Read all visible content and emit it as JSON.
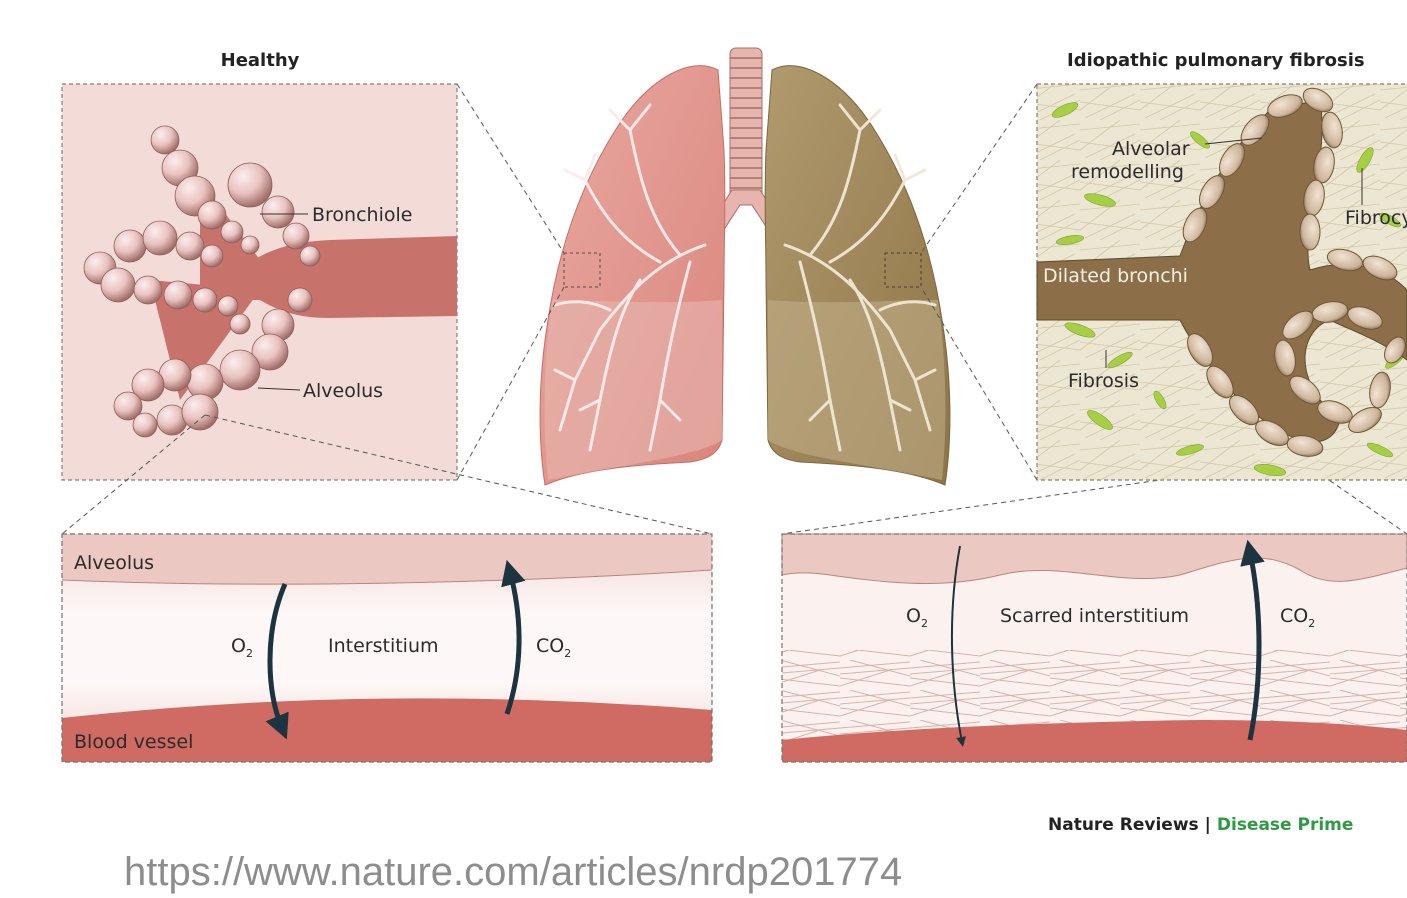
{
  "titles": {
    "healthy": "Healthy",
    "ipf": "Idiopathic pulmonary fibrosis"
  },
  "healthy_panel": {
    "bronchiole": "Bronchiole",
    "alveolus": "Alveolus"
  },
  "ipf_panel": {
    "alveolar_remodelling_1": "Alveolar",
    "alveolar_remodelling_2": "remodelling",
    "fibrocyte": "Fibrocyt",
    "dilated_bronchi": "Dilated bronchi",
    "fibrosis": "Fibrosis"
  },
  "healthy_cross_section": {
    "alveolus": "Alveolus",
    "o2": "O",
    "o2_sub": "2",
    "interstitium": "Interstitium",
    "co2": "CO",
    "co2_sub": "2",
    "blood_vessel": "Blood vessel"
  },
  "ipf_cross_section": {
    "o2": "O",
    "o2_sub": "2",
    "scarred_interstitium": "Scarred interstitium",
    "co2": "CO",
    "co2_sub": "2"
  },
  "credit": {
    "journal": "Nature Reviews",
    "separator": "|",
    "series": "Disease Prime"
  },
  "source_url": "https://www.nature.com/articles/nrdp201774",
  "colors": {
    "healthy_tissue": "#e7bfb8",
    "healthy_vessel": "#cf6b62",
    "ipf_tissue": "#9c8259",
    "ipf_bg": "#e8e2c9",
    "fibrocyte_green": "#9cc83c",
    "arrow": "#1e3340",
    "credit_green": "#2f9a44"
  }
}
